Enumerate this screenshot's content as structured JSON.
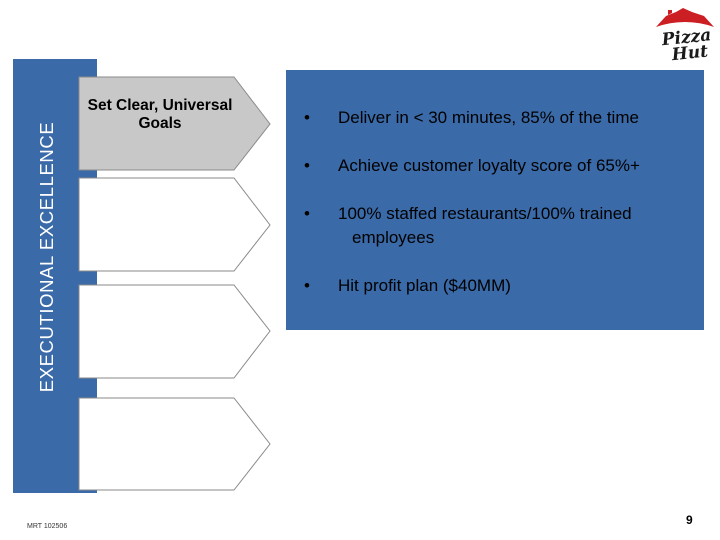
{
  "side_title": "EXECUTIONAL EXCELLENCE",
  "steps": [
    {
      "label": "Set Clear, Universal Goals",
      "active": true
    },
    {
      "label": "",
      "active": false
    },
    {
      "label": "",
      "active": false
    },
    {
      "label": "",
      "active": false
    }
  ],
  "bullets": [
    {
      "marker": "•",
      "text": "Deliver in < 30 minutes, 85% of the time",
      "cont": ""
    },
    {
      "marker": "•",
      "text": "Achieve customer loyalty score of 65%+",
      "cont": ""
    },
    {
      "marker": "•",
      "text": "100% staffed restaurants/100% trained",
      "cont": "employees"
    },
    {
      "marker": "•",
      "text": "Hit profit plan ($40MM)",
      "cont": ""
    }
  ],
  "logo": {
    "icon": "pizza-hut-roof-logo",
    "line1": "Pizza",
    "line2": "Hut",
    "roof_color": "#cc1f24",
    "text_color": "#1a1a1a"
  },
  "footer_code": "MRT 102506",
  "page_number": "9",
  "colors": {
    "panel": "#3a6aa8",
    "active_step": "#c8c8c8",
    "step_border": "#8a8a8a"
  }
}
